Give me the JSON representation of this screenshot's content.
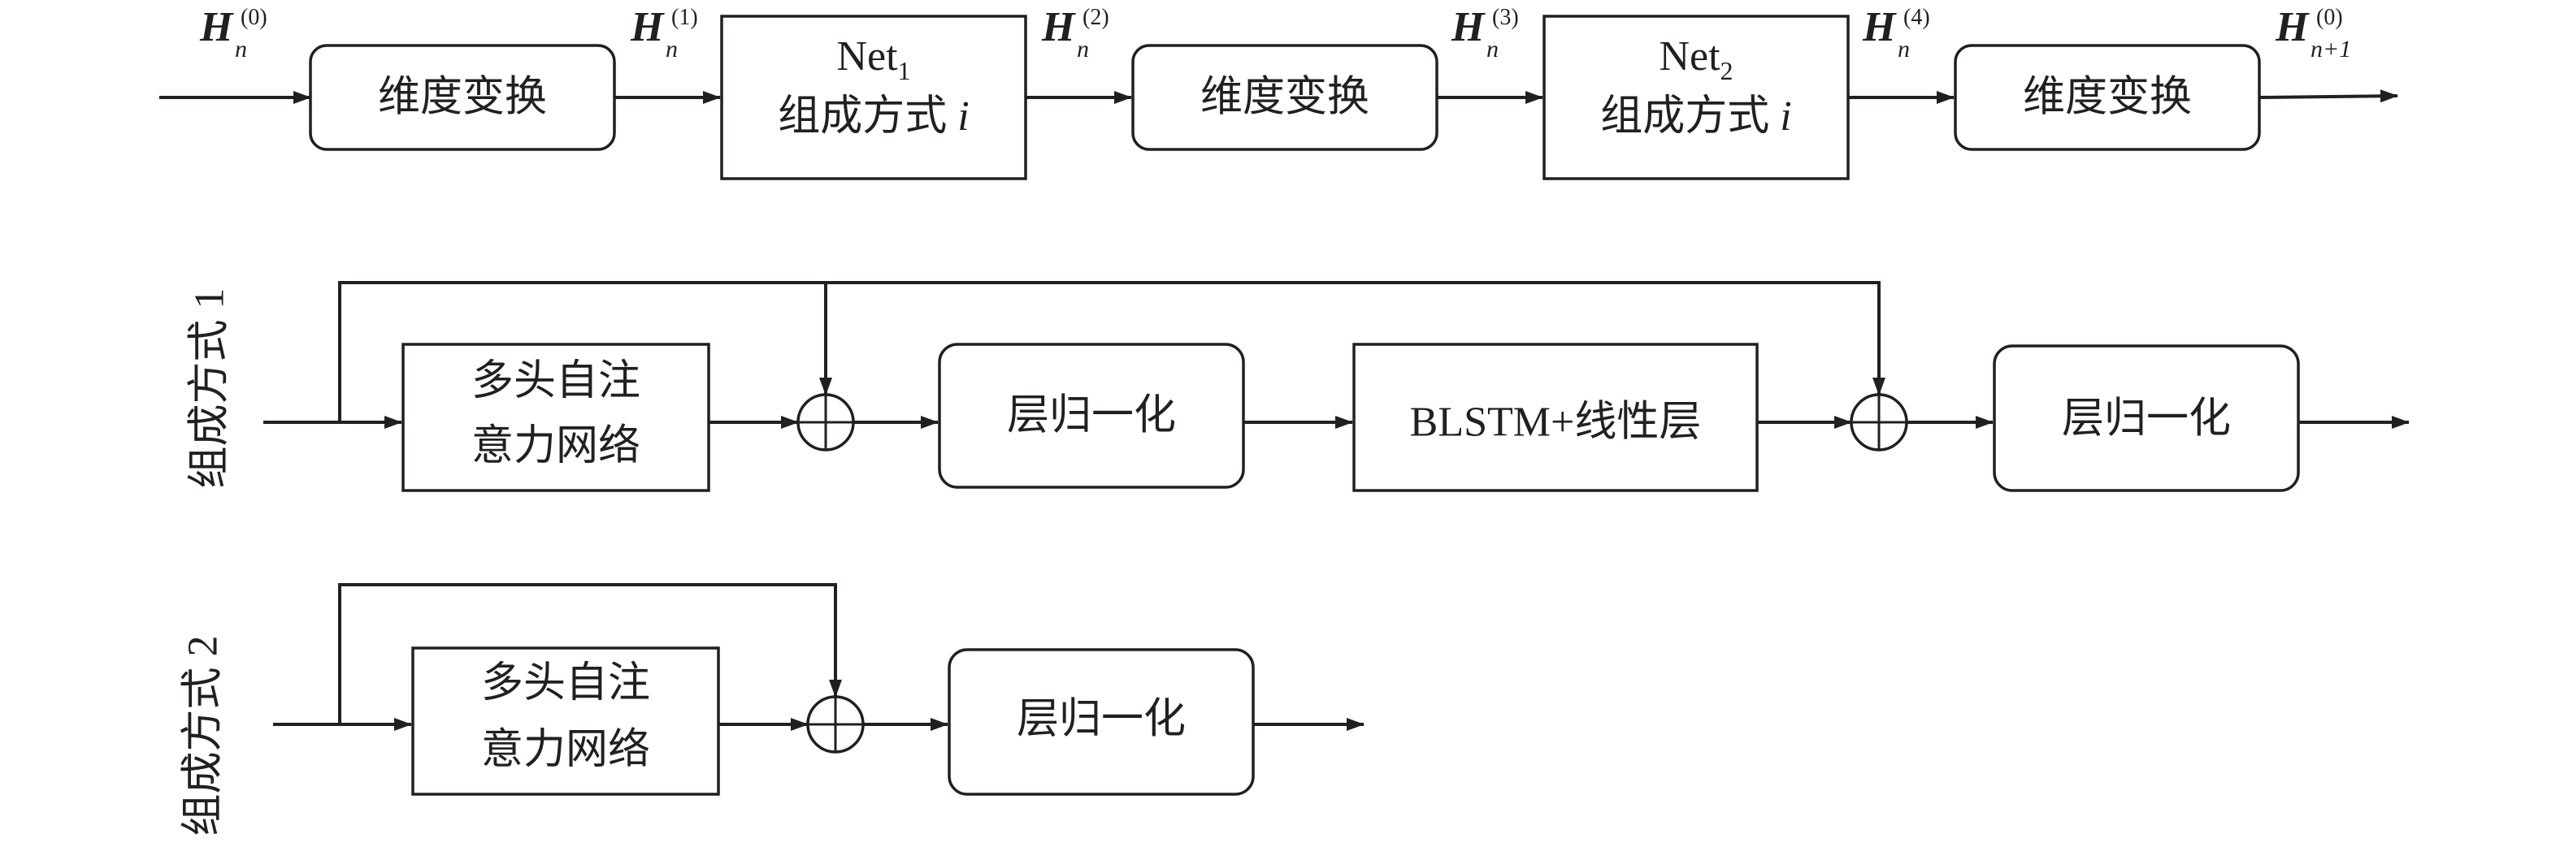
{
  "row1": {
    "blocks": [
      {
        "line1": "维度变换"
      },
      {
        "net_name": "Net",
        "net_sub": "1",
        "line2": "组成方式",
        "var": "i"
      },
      {
        "line1": "维度变换"
      },
      {
        "net_name": "Net",
        "net_sub": "2",
        "line2": "组成方式",
        "var": "i"
      },
      {
        "line1": "维度变换"
      }
    ],
    "signals": [
      {
        "base": "H",
        "sub": "n",
        "sup": "(0)"
      },
      {
        "base": "H",
        "sub": "n",
        "sup": "(1)"
      },
      {
        "base": "H",
        "sub": "n",
        "sup": "(2)"
      },
      {
        "base": "H",
        "sub": "n",
        "sup": "(3)"
      },
      {
        "base": "H",
        "sub": "n",
        "sup": "(4)"
      },
      {
        "base": "H",
        "sub": "n+1",
        "sup": "(0)"
      }
    ]
  },
  "row2": {
    "side_label": "组成方式 1",
    "attention": {
      "line1": "多头自注",
      "line2": "意力网络"
    },
    "norm1": "层归一化",
    "blstm": "BLSTM+线性层",
    "norm2": "层归一化"
  },
  "row3": {
    "side_label": "组成方式 2",
    "attention": {
      "line1": "多头自注",
      "line2": "意力网络"
    },
    "norm": "层归一化"
  }
}
